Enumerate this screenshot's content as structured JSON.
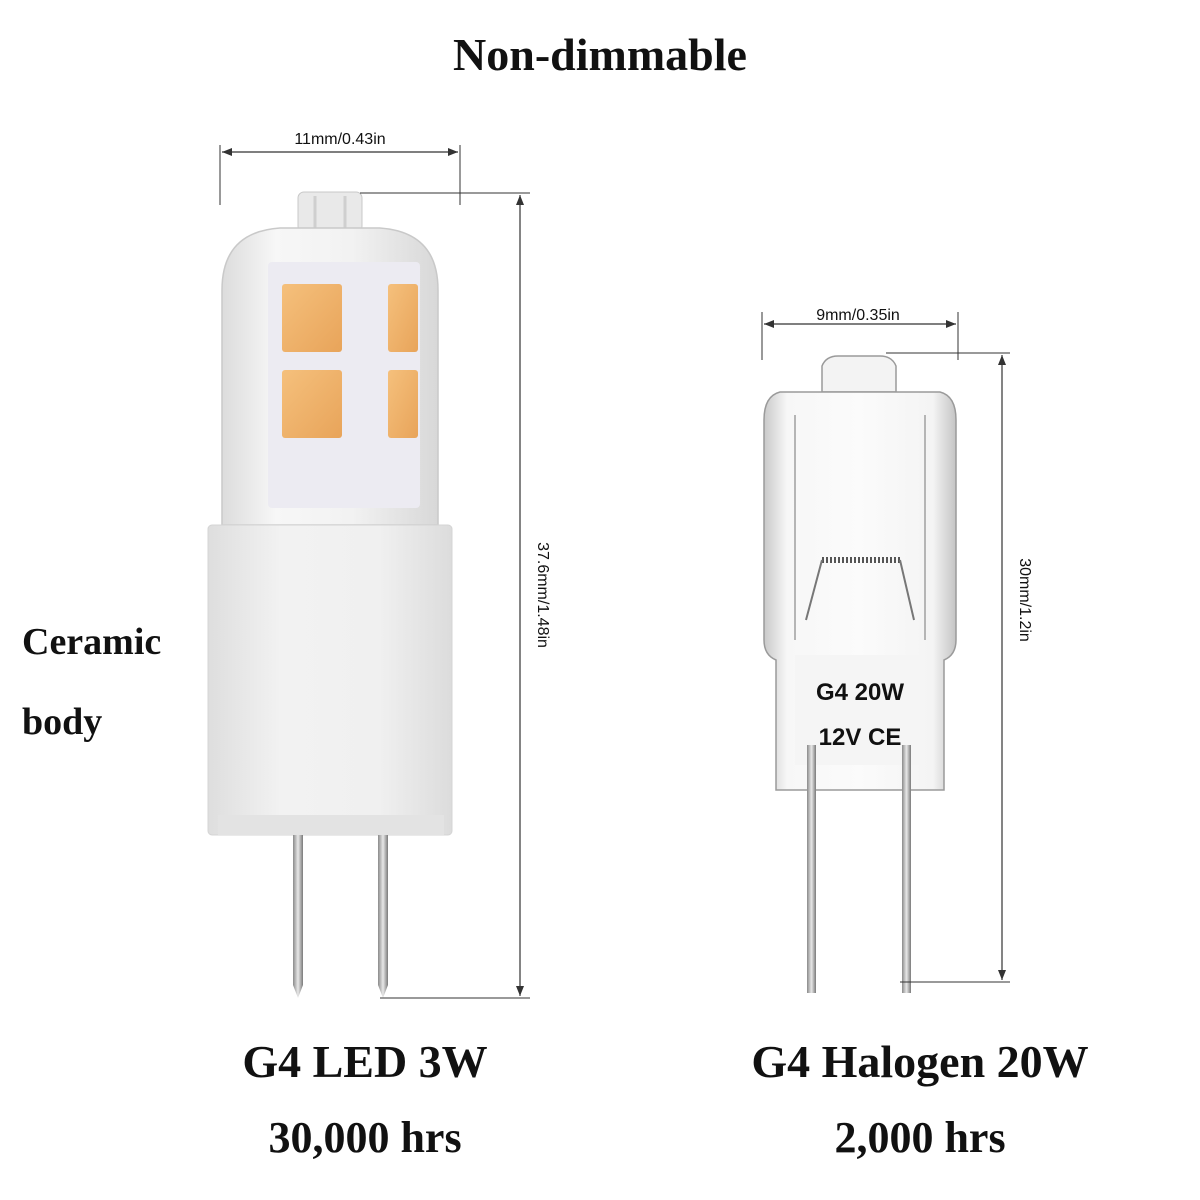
{
  "title": "Non-dimmable",
  "side_label": {
    "line1": "Ceramic",
    "line2": "body"
  },
  "led": {
    "name": "G4 LED 3W",
    "lifetime": "30,000 hrs",
    "width_dim": "11mm/0.43in",
    "height_dim": "37.6mm/1.48in",
    "chip_color": "#f2b66e"
  },
  "halogen": {
    "name": "G4 Halogen 20W",
    "lifetime": "2,000 hrs",
    "width_dim": "9mm/0.35in",
    "height_dim": "30mm/1.2in",
    "print_line1": "G4 20W",
    "print_line2": "12V CE"
  },
  "colors": {
    "background": "#ffffff",
    "text": "#111111",
    "ceramic": "#ececec"
  }
}
